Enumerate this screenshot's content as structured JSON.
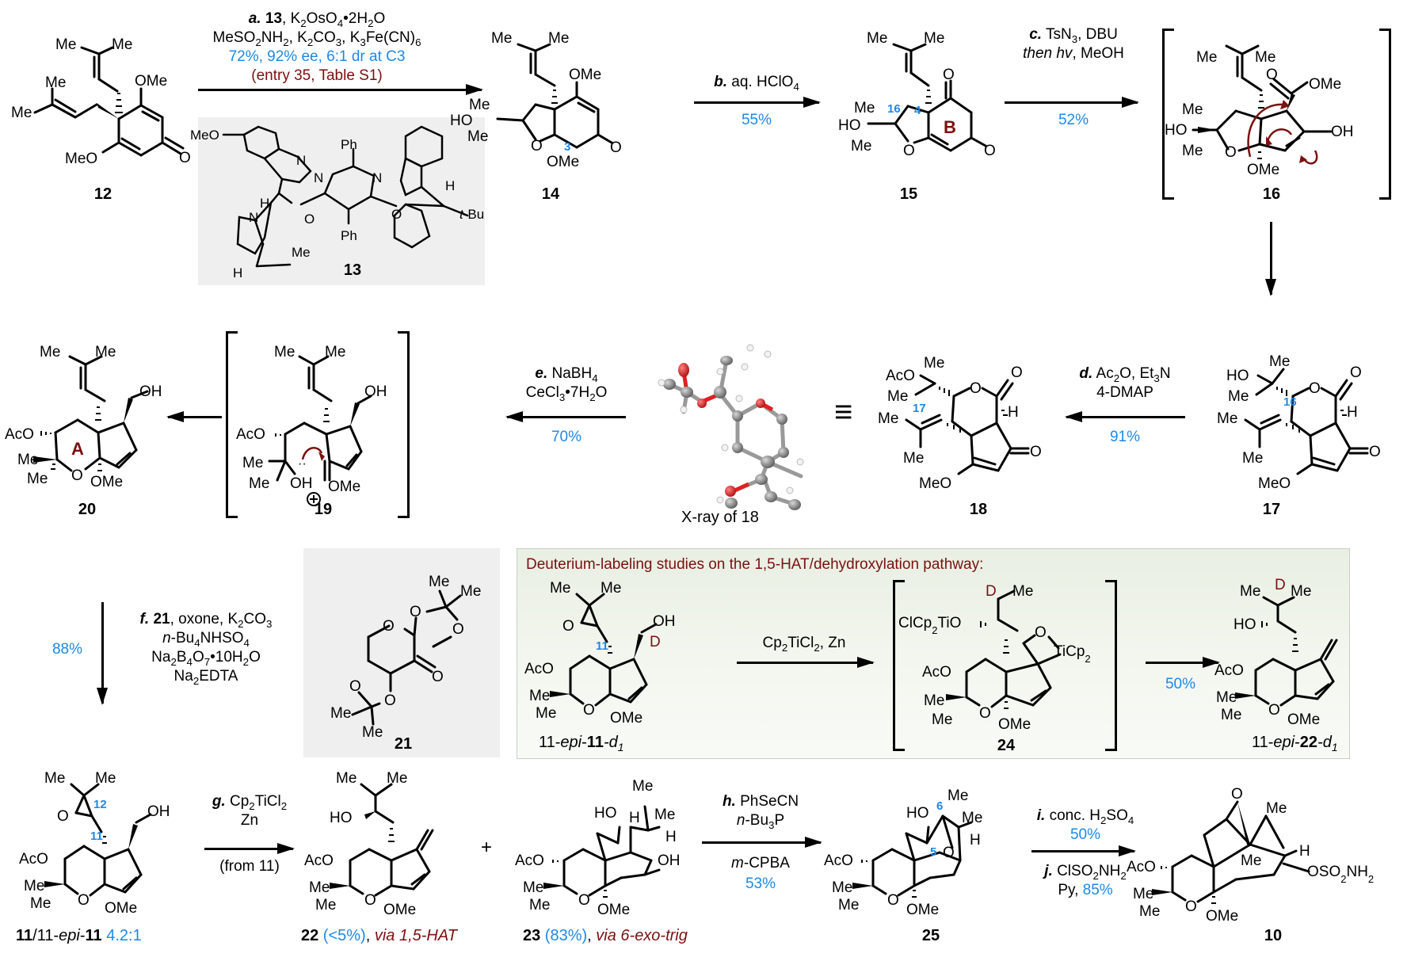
{
  "figure": {
    "compounds": {
      "c12": {
        "label": "12"
      },
      "c13": {
        "label": "13"
      },
      "c14": {
        "label": "14"
      },
      "c15": {
        "label": "15"
      },
      "c16": {
        "label": "16"
      },
      "c17": {
        "label": "17"
      },
      "c18": {
        "label": "18"
      },
      "c19": {
        "label": "19"
      },
      "c20": {
        "label": "20"
      },
      "c21": {
        "label": "21"
      },
      "c24": {
        "label": "24"
      },
      "c25": {
        "label": "25"
      },
      "c10": {
        "label": "10"
      },
      "c11": {
        "bold1": "11",
        "mid": "/11-",
        "epi": "epi",
        "dash": "-",
        "bold2": "11",
        "ratio": " 4.2:1"
      },
      "c22": {
        "bold": "22",
        "yield": " (<5%)",
        "sep": ", ",
        "via": "via 1,5-HAT"
      },
      "c23": {
        "bold": "23",
        "yield": " (83%)",
        "sep": ", ",
        "via": "via 6-exo-trig"
      },
      "c11d": {
        "pre": "11-",
        "epi": "epi",
        "dash": "-",
        "bold": "11",
        "suffix": "-d",
        "sub": "1"
      },
      "c22d": {
        "pre": "11-",
        "epi": "epi",
        "dash": "-",
        "bold": "22",
        "suffix": "-d",
        "sub": "1"
      }
    },
    "steps": {
      "a": {
        "letter": "a.",
        "reagent_bold": "13",
        "line1_rest": ", K2OsO4•2H2O",
        "line2": "MeSO2NH2, K2CO3, K3Fe(CN)6",
        "line3": "72%, 92% ee, 6:1 dr at C3",
        "line4": "(entry 35, Table S1)"
      },
      "b": {
        "letter": "b.",
        "line1": " aq. HClO4",
        "yield": "55%"
      },
      "c": {
        "letter": "c.",
        "line1": " TsN3, DBU",
        "line2": "then hv, MeOH",
        "yield": "52%"
      },
      "d": {
        "letter": "d.",
        "line1": " Ac2O, Et3N",
        "line2": "4-DMAP",
        "yield": "91%"
      },
      "e": {
        "letter": "e.",
        "line1": " NaBH4",
        "line2": "CeCl3•7H2O",
        "yield": "70%"
      },
      "f": {
        "letter": "f.",
        "reagent_bold": "21",
        "line1_rest": ", oxone, K2CO3",
        "line2": "n-Bu4NHSO4",
        "line3": "Na2B4O7•10H2O",
        "line4": "Na2EDTA",
        "yield": "88%"
      },
      "g": {
        "letter": "g.",
        "line1": " Cp2TiCl2",
        "line2": "Zn",
        "line3": "(from 11)"
      },
      "h": {
        "letter": "h.",
        "line1": " PhSeCN",
        "line2": "n-Bu3P",
        "line3": "m-CPBA",
        "yield": "53%"
      },
      "i": {
        "letter": "i.",
        "line1": " conc. H2SO4",
        "yield": "50%"
      },
      "j": {
        "letter": "j.",
        "line1": " ClSO2NH2",
        "line2_pre": "Py, ",
        "yield": "85%"
      },
      "deut": {
        "line1": "Cp2TiCl2, Zn",
        "yield": "50%"
      }
    },
    "panel_deuterium": {
      "title": "Deuterium-labeling studies on the 1,5-HAT/dehydroxylation pathway:"
    },
    "xray": {
      "caption": "X-ray of 18"
    },
    "plus": "+",
    "atom_numbers": {
      "c3": "3",
      "c4": "4",
      "c16a": "16",
      "c16b": "16",
      "c17": "17",
      "c11a": "11",
      "c11b": "11",
      "c12": "12",
      "c5": "5",
      "c6": "6"
    },
    "ring_labels": {
      "B": "B",
      "A": "A"
    },
    "colors": {
      "yield_blue": "#1e88e5",
      "note_maroon": "#7b1010",
      "xray_oxygen": "#d42020",
      "xray_carbon": "#8a8a8a"
    }
  }
}
